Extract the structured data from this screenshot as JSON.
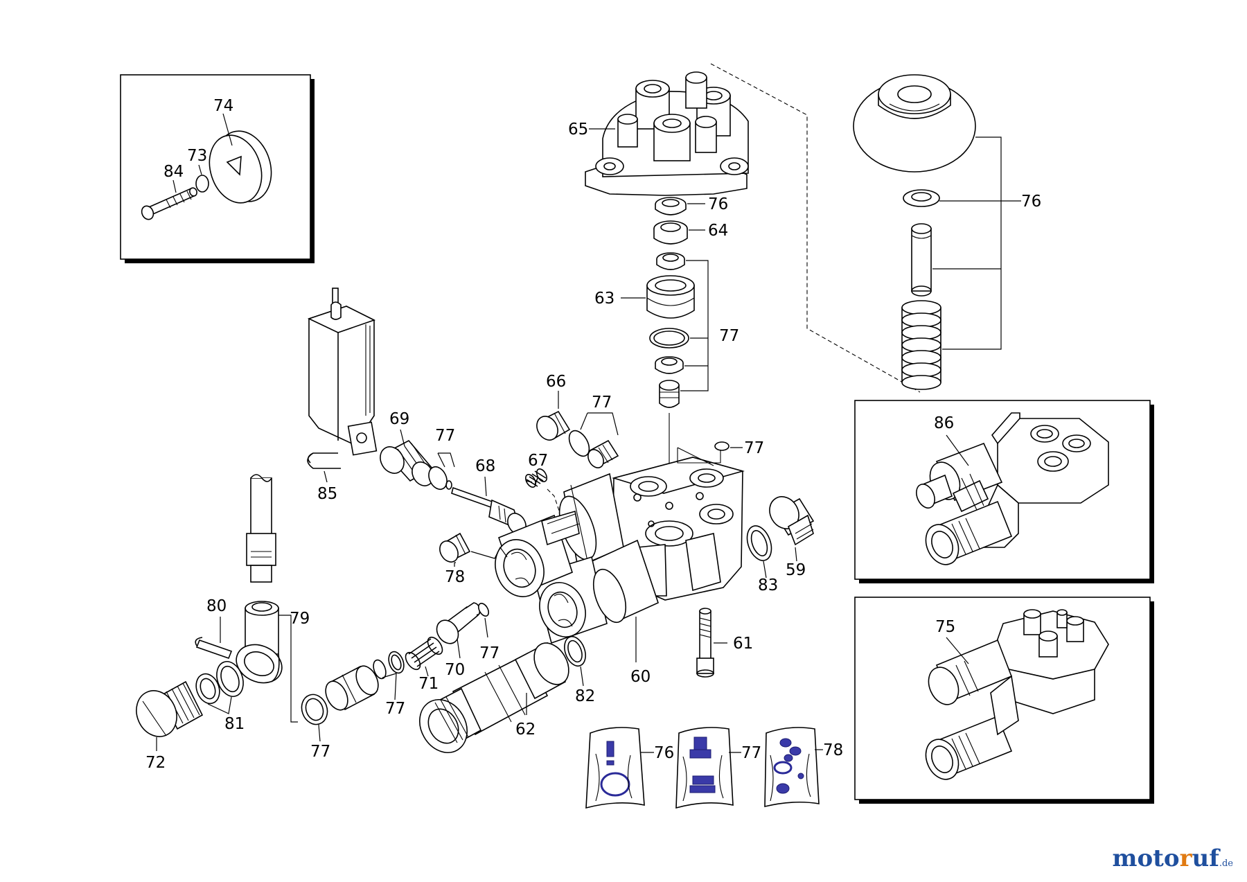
{
  "labels": {
    "p59": "59",
    "p60": "60",
    "p61": "61",
    "p62": "62",
    "p63": "63",
    "p64": "64",
    "p65": "65",
    "p66": "66",
    "p67": "67",
    "p68": "68",
    "p69": "69",
    "p70": "70",
    "p71": "71",
    "p72": "72",
    "p73": "73",
    "p74": "74",
    "p75": "75",
    "p76": "76",
    "p77": "77",
    "p78": "78",
    "p79": "79",
    "p80": "80",
    "p81": "81",
    "p82": "82",
    "p83": "83",
    "p84": "84",
    "p85": "85",
    "p86": "86"
  },
  "brand": {
    "part1": "moto",
    "part2": "r",
    "part3": "uf",
    "suffix": ".de"
  }
}
